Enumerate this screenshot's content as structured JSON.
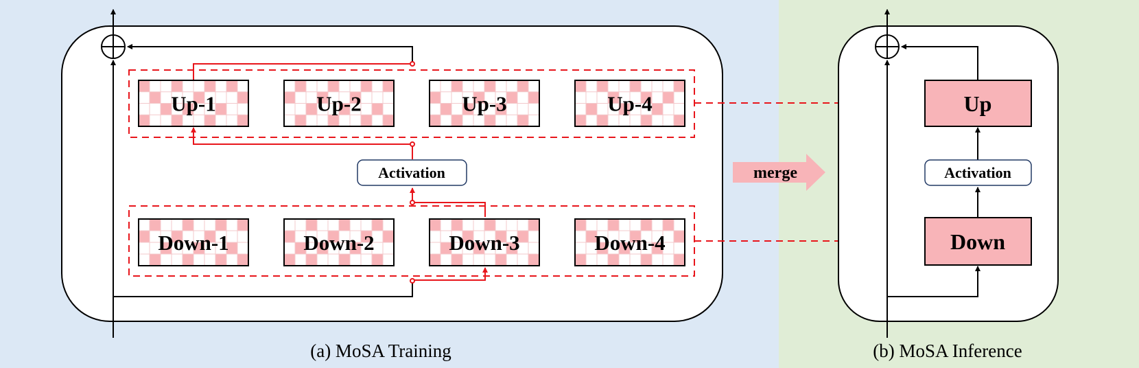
{
  "training": {
    "caption": "(a) MoSA Training",
    "up_blocks": [
      "Up-1",
      "Up-2",
      "Up-3",
      "Up-4"
    ],
    "down_blocks": [
      "Down-1",
      "Down-2",
      "Down-3",
      "Down-4"
    ],
    "activation_label": "Activation"
  },
  "merge_label": "merge",
  "inference": {
    "caption": "(b) MoSA Inference",
    "up_label": "Up",
    "down_label": "Down",
    "activation_label": "Activation"
  },
  "colors": {
    "left_bg": "#dce8f5",
    "right_bg": "#e0edd6",
    "block_fill": "#f8b4b8",
    "grid_cell": "#f8b4b8",
    "red_line": "#e8151b",
    "black_line": "#000000",
    "activation_border": "#203864",
    "merge_arrow": "#f8b4b8"
  }
}
